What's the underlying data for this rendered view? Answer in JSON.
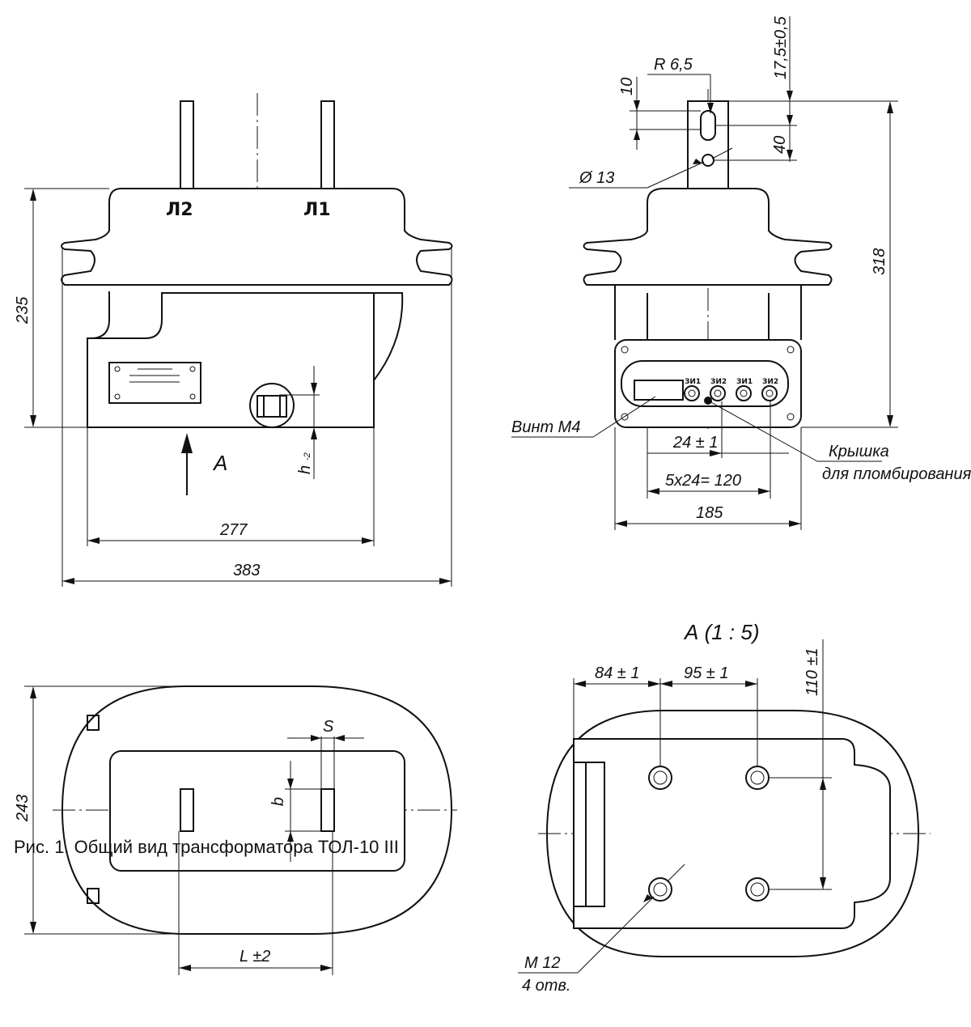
{
  "caption": "Рис. 1. Общий вид трансформатора ТОЛ-10 III",
  "front_view": {
    "terminal_left": "Л2",
    "terminal_right": "Л1",
    "dim_height": "235",
    "dim_base_width": "277",
    "dim_total_width": "383",
    "arrow_label": "А",
    "dim_h": "h",
    "dim_h_tol": "-2"
  },
  "side_view": {
    "dim_radius": "R 6,5",
    "dim_slot_10": "10",
    "dim_top_offset": "17,5±0,5",
    "dim_40": "40",
    "dim_hole": "Ø 13",
    "dim_height_318": "318",
    "screw_label": "Винт М4",
    "cover_label_1": "Крышка",
    "cover_label_2": "для пломбирования",
    "dim_pitch": "24 ± 1",
    "dim_pitch_total": "5х24= 120",
    "dim_width_185": "185",
    "terminal_labels": [
      "ЗИ1",
      "ЗИ2",
      "ЗИ1",
      "ЗИ2"
    ]
  },
  "top_view": {
    "dim_243": "243",
    "dim_S": "S",
    "dim_b": "b",
    "dim_L": "L ±2"
  },
  "view_a": {
    "title": "А  (1 : 5)",
    "dim_84": "84 ± 1",
    "dim_95": "95 ± 1",
    "dim_110": "110 ±1",
    "thread_label": "М 12",
    "holes_label": "4 отв."
  }
}
